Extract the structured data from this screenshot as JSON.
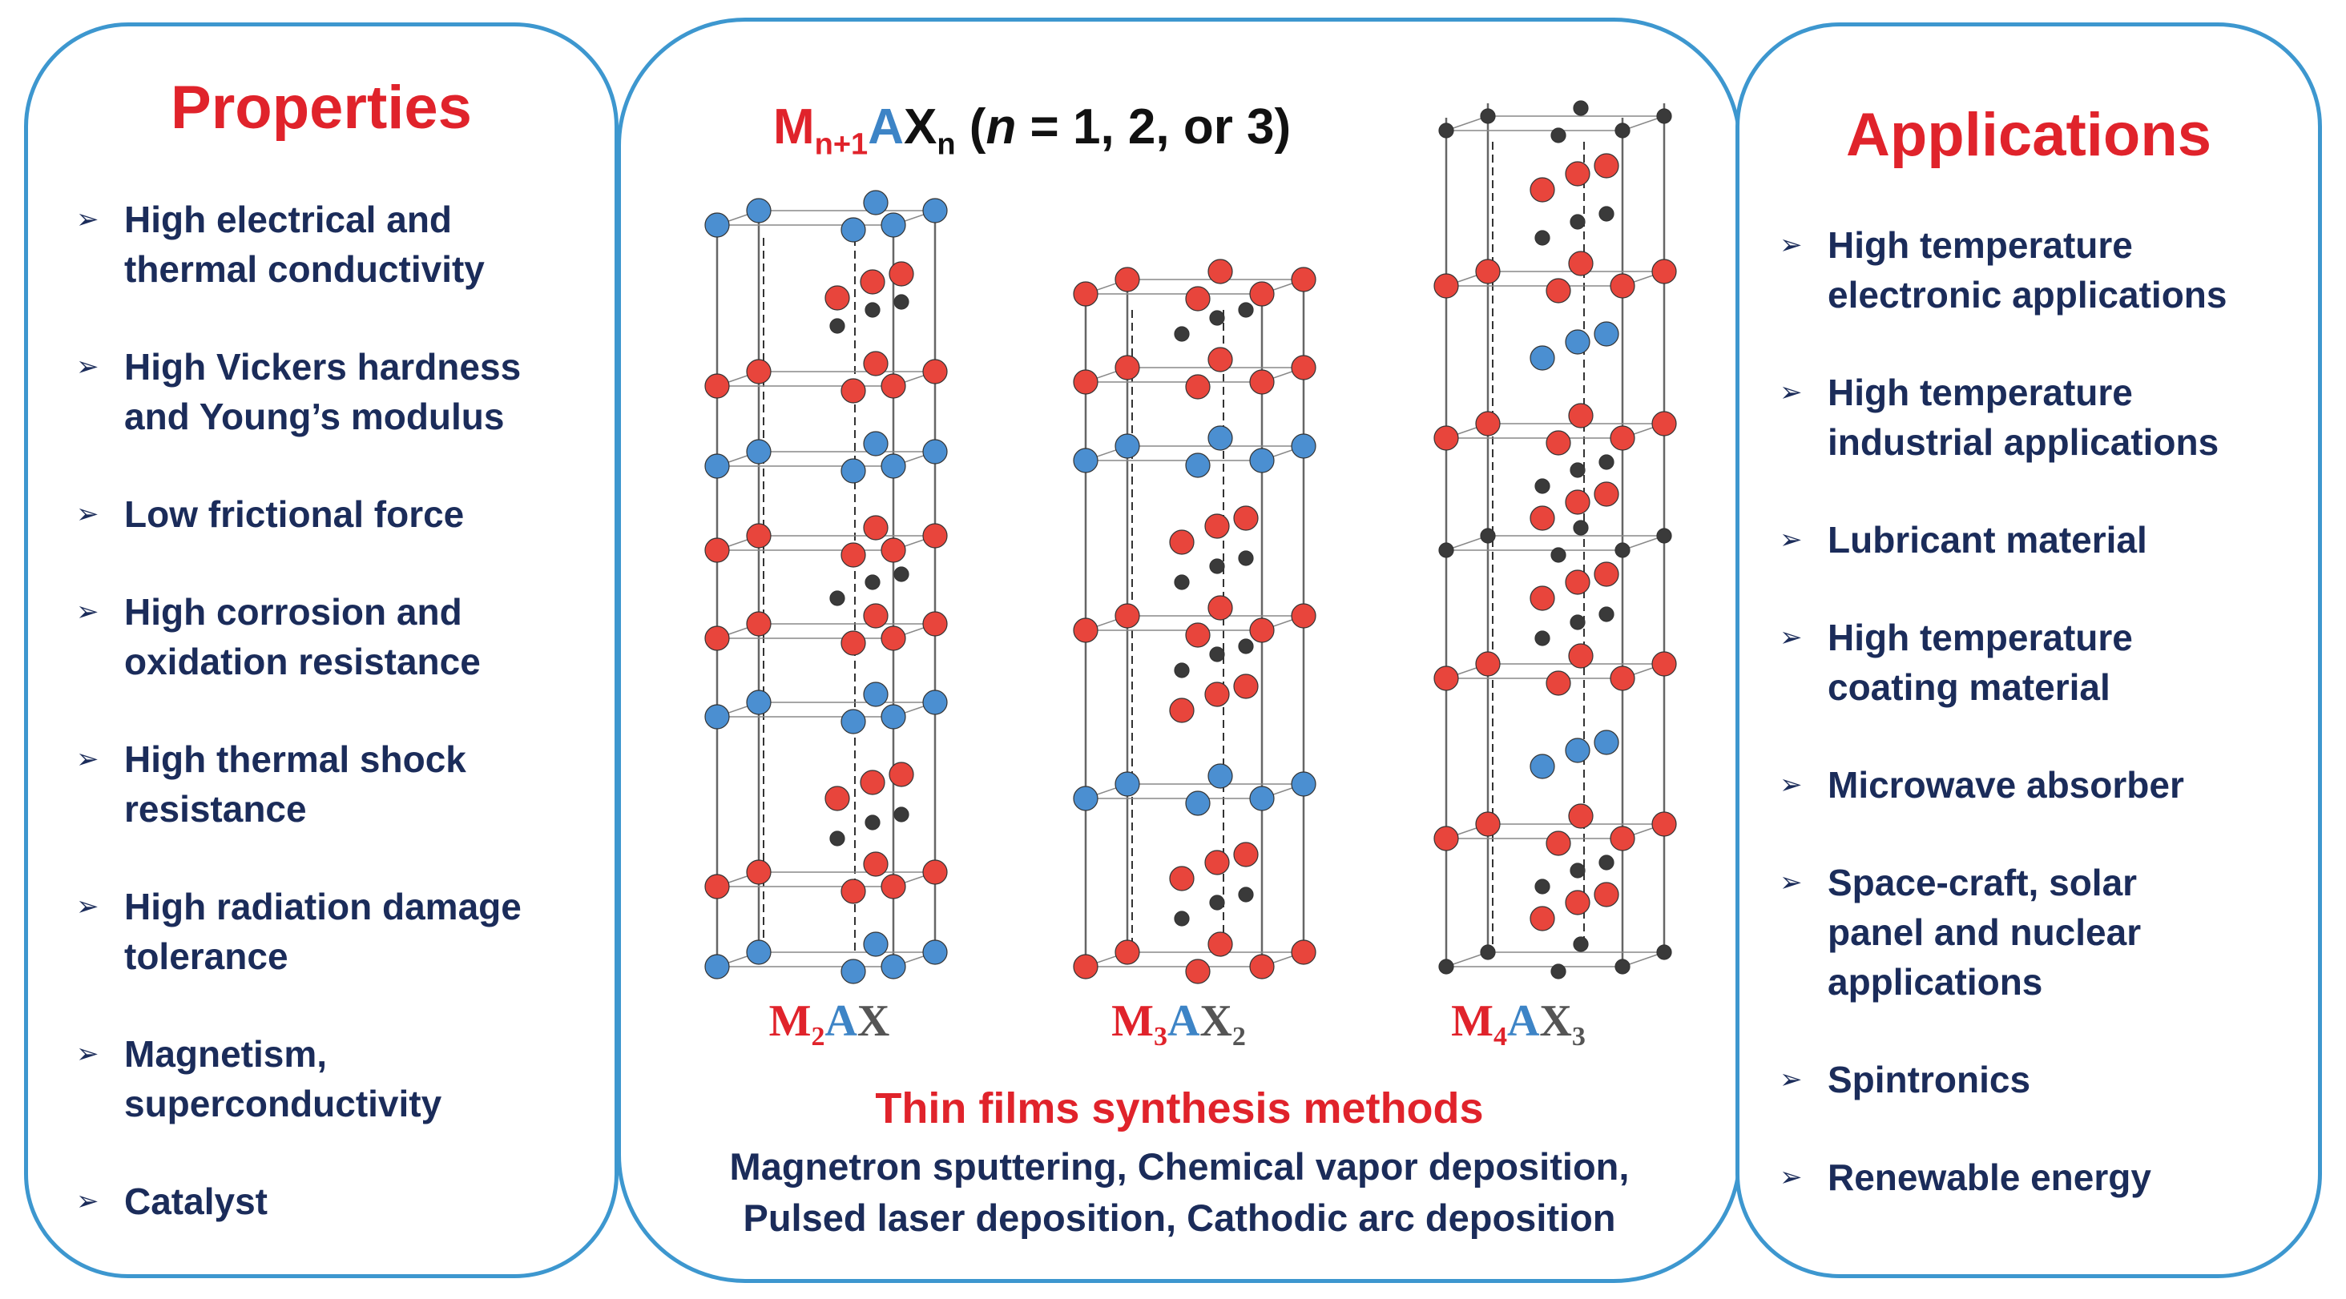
{
  "properties": {
    "title": "Properties",
    "items": [
      [
        "High electrical and",
        "thermal conductivity"
      ],
      [
        "High Vickers hardness",
        "and Young’s modulus"
      ],
      [
        "Low frictional force"
      ],
      [
        "High corrosion and",
        "oxidation resistance"
      ],
      [
        "High thermal shock",
        "resistance"
      ],
      [
        "High radiation damage",
        "tolerance"
      ],
      [
        "Magnetism,",
        "superconductivity"
      ],
      [
        "Catalyst"
      ]
    ]
  },
  "center": {
    "formula": {
      "m": "M",
      "m_sub": "n+1",
      "a": "A",
      "x": "X",
      "x_sub": "n",
      "note_open": " (",
      "n": "n",
      "note_rest": " = 1, 2, or 3)"
    },
    "structures": [
      {
        "m": "M",
        "m_sub": "2",
        "a": "A",
        "x": "X",
        "x_sub": ""
      },
      {
        "m": "M",
        "m_sub": "3",
        "a": "A",
        "x": "X",
        "x_sub": "2"
      },
      {
        "m": "M",
        "m_sub": "4",
        "a": "A",
        "x": "X",
        "x_sub": "3"
      }
    ],
    "methods_title": "Thin films synthesis methods",
    "methods_line_1": "Magnetron sputtering, Chemical vapor deposition,",
    "methods_line_2": "Pulsed laser deposition, Cathodic arc deposition"
  },
  "applications": {
    "title": "Applications",
    "items": [
      [
        "High temperature",
        "electronic applications"
      ],
      [
        "High temperature",
        "industrial applications"
      ],
      [
        "Lubricant material"
      ],
      [
        "High temperature",
        "coating material"
      ],
      [
        "Microwave absorber"
      ],
      [
        "Space-craft, solar",
        "panel and nuclear",
        "applications"
      ],
      [
        "Spintronics"
      ],
      [
        "Renewable energy"
      ]
    ]
  },
  "colors": {
    "m_atom": "#e8453c",
    "a_atom": "#4b8fd1",
    "x_atom": "#3a3a3a",
    "panel_border": "#3d97cf",
    "heading_red": "#e0232b",
    "text_navy": "#1b2c5a"
  },
  "icons": {
    "bullet": "arrow-bullet-icon"
  }
}
